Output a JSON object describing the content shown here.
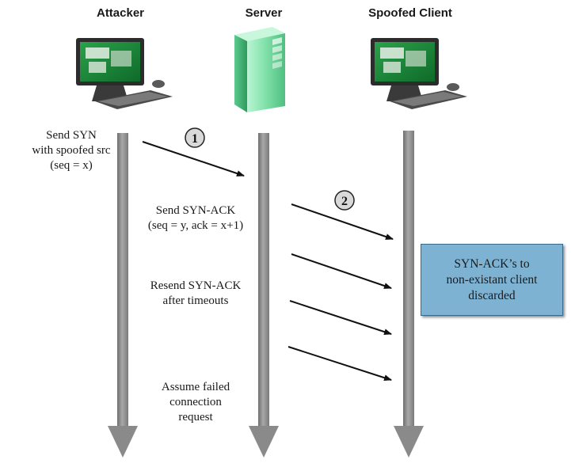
{
  "headers": {
    "attacker": "Attacker",
    "server": "Server",
    "spoofed_client": "Spoofed Client"
  },
  "steps": {
    "step1_marker": "1",
    "step2_marker": "2"
  },
  "labels": {
    "send_syn": [
      "Send SYN",
      "with spoofed src",
      "(seq = x)"
    ],
    "send_syn_ack": [
      "Send SYN-ACK",
      "(seq = y, ack = x+1)"
    ],
    "resend_syn_ack": [
      "Resend SYN-ACK",
      "after timeouts"
    ],
    "assume_failed": [
      "Assume failed",
      "connection",
      "request"
    ]
  },
  "callout": {
    "lines": [
      "SYN-ACK’s to",
      "non-existant client",
      "discarded"
    ]
  },
  "colors": {
    "timeline": "#8f8f8f",
    "server_green": "#7fe0a8",
    "screen_green": "#1f8a3a",
    "callout_fill": "#7eb2d3"
  }
}
